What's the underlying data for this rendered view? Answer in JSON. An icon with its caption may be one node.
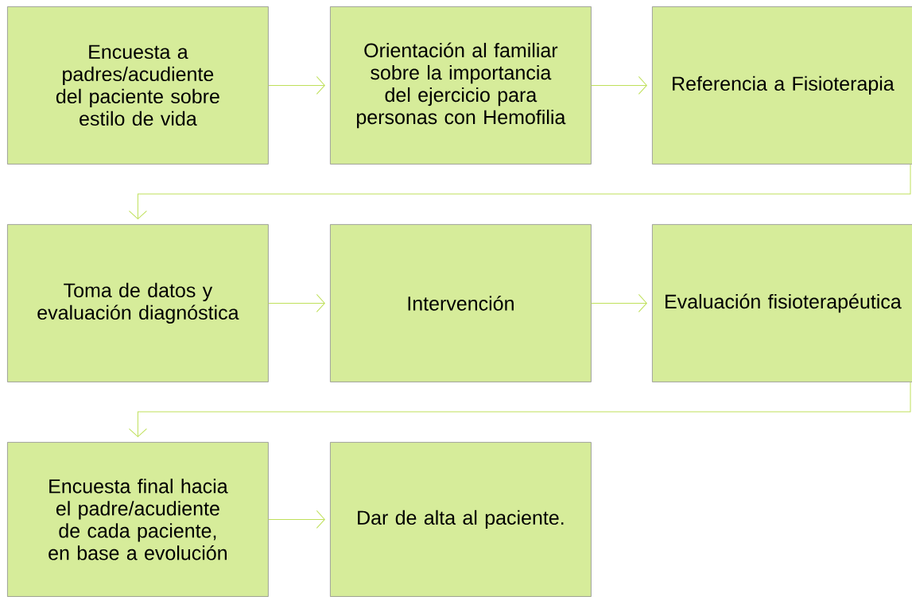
{
  "diagram": {
    "nodes": [
      {
        "text": [
          "Encuesta a padres/acudiente del paciente sobre estilo de vida"
        ]
      },
      {
        "text": [
          "Orientación al familiar sobre la importancia del ejercicio para personas con Hemofilia"
        ]
      },
      {
        "text": [
          "Referencia a Fisioterapia"
        ]
      },
      {
        "text": [
          "Toma de datos y evaluación diagnóstica"
        ]
      },
      {
        "text": [
          "Intervención"
        ]
      },
      {
        "text": [
          "Evaluación fisioterapéutica"
        ]
      },
      {
        "text": [
          "Encuesta final hacia el padre/acudiente de cada paciente, en base a evolución"
        ]
      },
      {
        "text": [
          "Dar de alta al paciente."
        ]
      }
    ],
    "edges": [
      {
        "from": 0,
        "to": 1,
        "arrow": "to"
      },
      {
        "from": 1,
        "to": 2,
        "arrow": "to"
      },
      {
        "from": 2,
        "to": 3,
        "arrow": "to"
      },
      {
        "from": 3,
        "to": 4,
        "arrow": "to"
      },
      {
        "from": 4,
        "to": 5,
        "arrow": "to"
      },
      {
        "from": 5,
        "to": 6,
        "arrow": "to"
      },
      {
        "from": 6,
        "to": 7,
        "arrow": "to"
      }
    ]
  }
}
